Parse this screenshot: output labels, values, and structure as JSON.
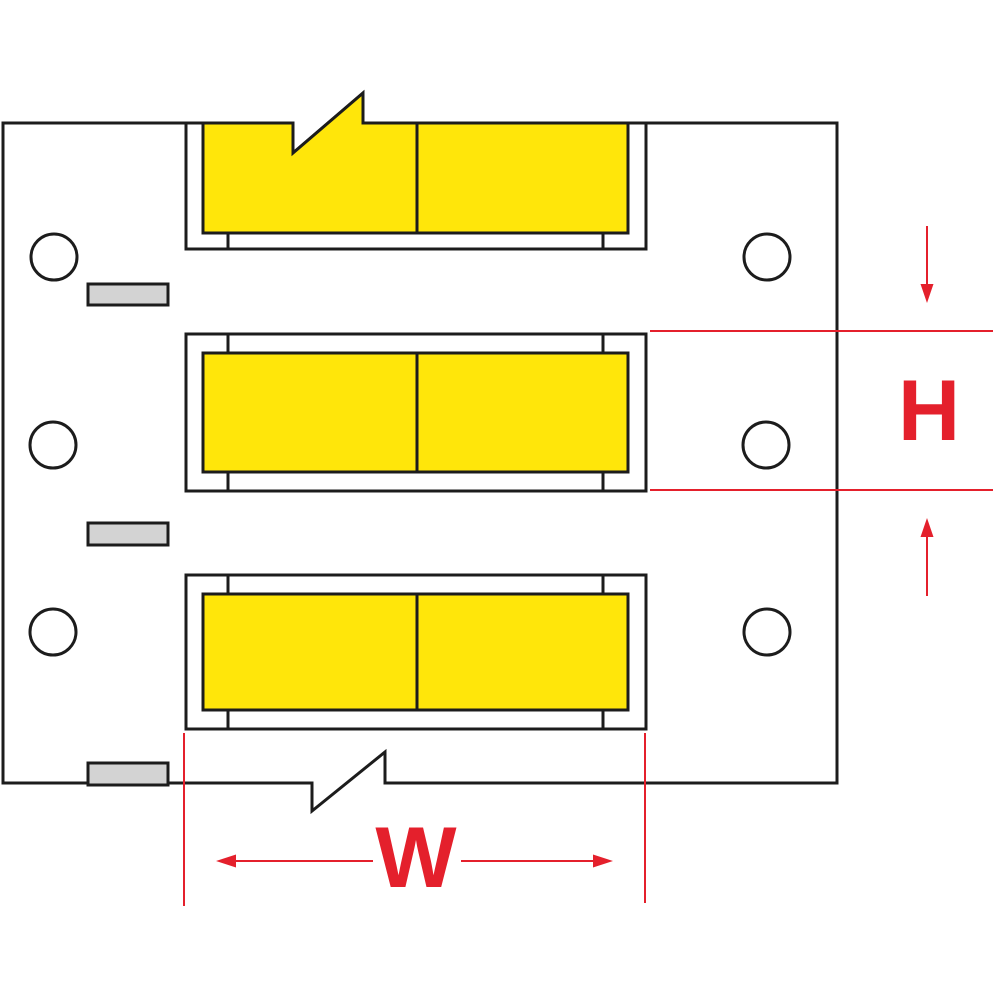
{
  "figure": {
    "dimension_labels": {
      "width": "W",
      "height": "H"
    },
    "colors": {
      "sleeve_yellow": "#FFE60A",
      "annotation_red": "#E4202C",
      "registration_mark_gray": "#D3D3D3",
      "line_black": "#1C1C1C",
      "background": "#FFFFFF"
    },
    "structure": {
      "sleeve_rows": 3,
      "cells_per_sleeve": 2,
      "feed_holes": 6,
      "registration_marks": 3,
      "break_symbols": 2
    }
  }
}
